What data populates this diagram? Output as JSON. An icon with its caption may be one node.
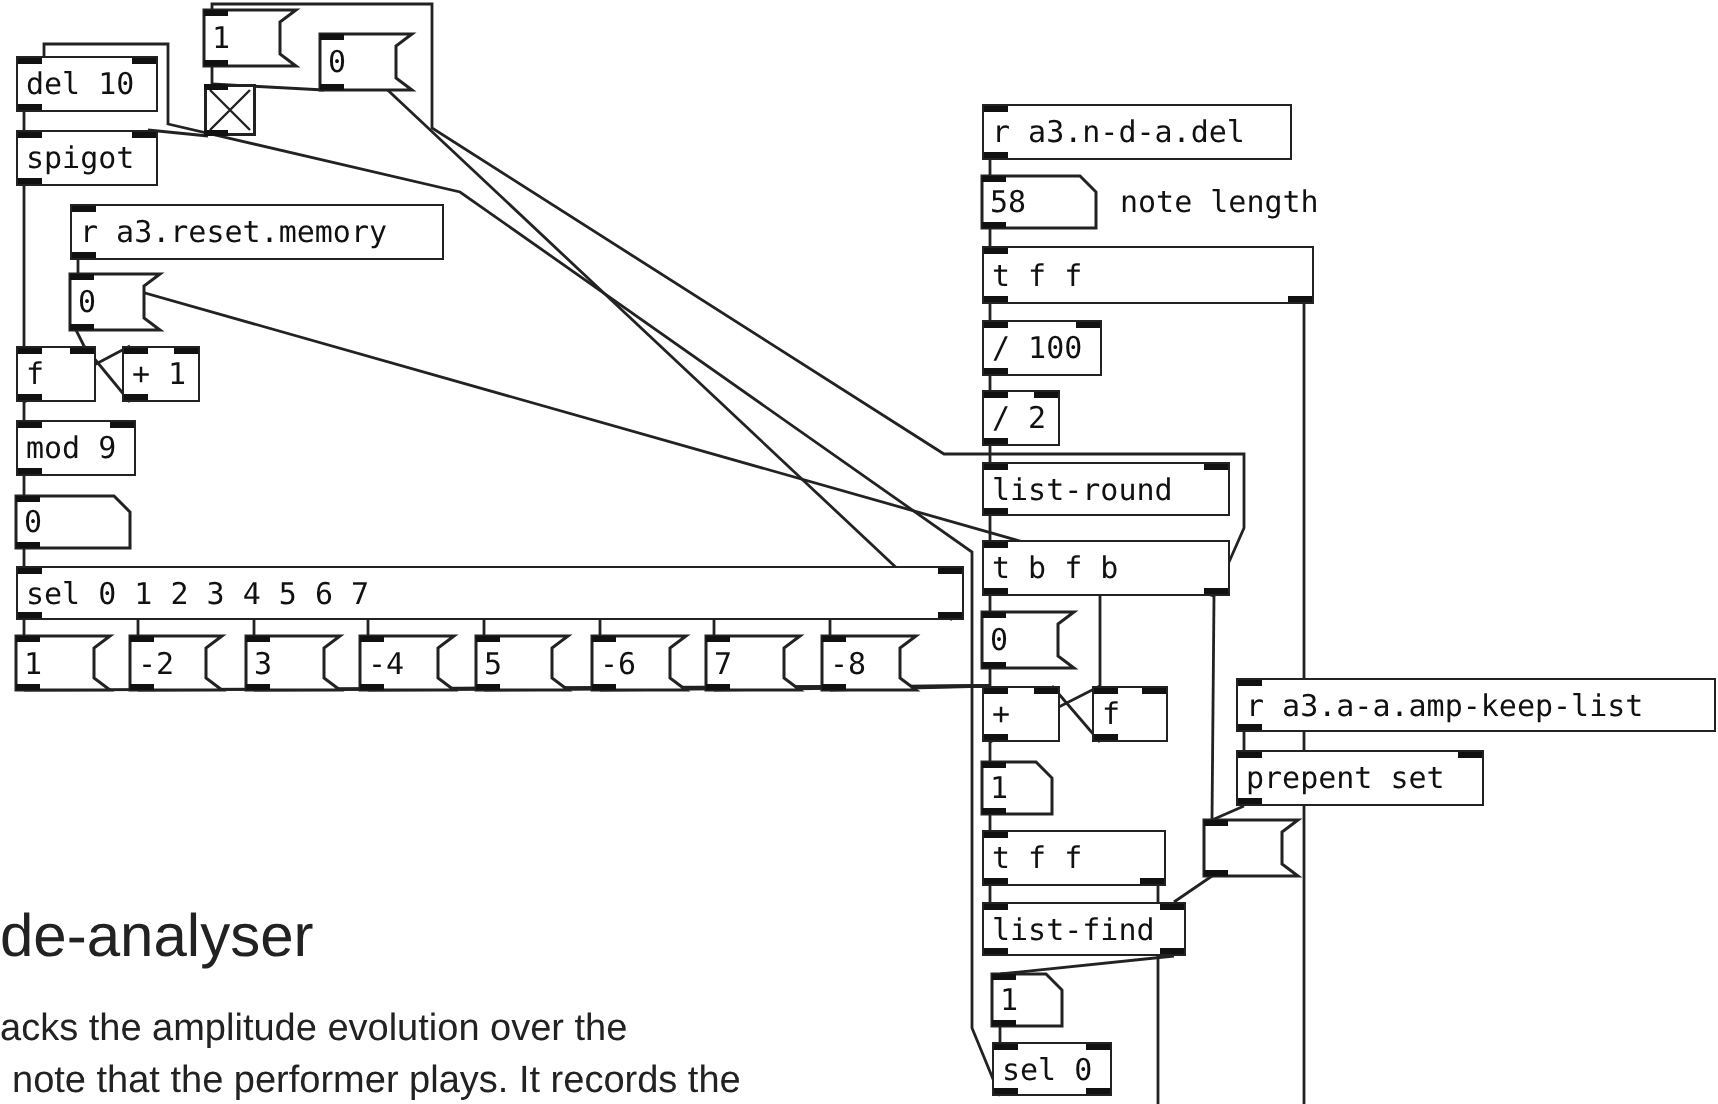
{
  "diagram": {
    "title": "de-analyser",
    "nodes": [
      {
        "text": [
          "del 10"
        ]
      },
      {
        "text": [
          "1"
        ]
      },
      {
        "text": [],
        "shape": "box"
      },
      {
        "text": [
          "0"
        ]
      },
      {
        "text": [
          "spigot"
        ]
      },
      {
        "text": [
          "r a3.reset.memory"
        ]
      },
      {
        "text": [
          "0"
        ]
      },
      {
        "text": [
          "f"
        ]
      },
      {
        "text": [
          "+ 1"
        ]
      },
      {
        "text": [
          "mod 9"
        ]
      },
      {
        "text": [
          "0"
        ]
      },
      {
        "text": [
          "sel 0 1 2 3 4 5 6 7"
        ]
      },
      {
        "text": [
          "1"
        ]
      },
      {
        "text": [
          "-2"
        ]
      },
      {
        "text": [
          "3"
        ]
      },
      {
        "text": [
          "-4"
        ]
      },
      {
        "text": [
          "5"
        ]
      },
      {
        "text": [
          "-6"
        ]
      },
      {
        "text": [
          "7"
        ]
      },
      {
        "text": [
          "-8"
        ]
      },
      {
        "text": [
          "r a3.n-d-a.del"
        ]
      },
      {
        "text": [
          "58"
        ],
        "beside": [
          "note length"
        ]
      },
      {
        "text": [
          "t f f"
        ]
      },
      {
        "text": [
          "/ 100"
        ]
      },
      {
        "text": [
          "/ 2"
        ]
      },
      {
        "text": [
          "list-round"
        ]
      },
      {
        "text": [
          "t b f b"
        ]
      },
      {
        "text": [
          "0"
        ]
      },
      {
        "text": [
          "+"
        ]
      },
      {
        "text": [
          "f"
        ]
      },
      {
        "text": [
          "1"
        ]
      },
      {
        "text": [
          "t f f"
        ]
      },
      {
        "text": [
          "list-find"
        ]
      },
      {
        "text": [
          "r a3.a-a.amp-keep-list"
        ]
      },
      {
        "text": [
          "prepent set"
        ]
      },
      {
        "text": [],
        "shape": "box"
      },
      {
        "text": [
          "1"
        ]
      },
      {
        "text": [
          "sel 0"
        ]
      }
    ],
    "edges": [
      {
        "from": 0,
        "to": 4,
        "arrow": "none"
      },
      {
        "from": 1,
        "to": 2,
        "arrow": "none"
      },
      {
        "from": 3,
        "to": 2,
        "arrow": "none"
      },
      {
        "from": 2,
        "to": 4,
        "arrow": "none"
      },
      {
        "from": 4,
        "to": 7,
        "arrow": "none"
      },
      {
        "from": 5,
        "to": 6,
        "arrow": "none"
      },
      {
        "from": 6,
        "to": 7,
        "arrow": "none"
      },
      {
        "from": 7,
        "to": 8,
        "arrow": "none"
      },
      {
        "from": 8,
        "to": 7,
        "arrow": "none"
      },
      {
        "from": 7,
        "to": 9,
        "arrow": "none"
      },
      {
        "from": 9,
        "to": 10,
        "arrow": "none"
      },
      {
        "from": 10,
        "to": 11,
        "arrow": "none"
      },
      {
        "from": 11,
        "to": 12,
        "arrow": "none"
      },
      {
        "from": 11,
        "to": 13,
        "arrow": "none"
      },
      {
        "from": 11,
        "to": 14,
        "arrow": "none"
      },
      {
        "from": 11,
        "to": 15,
        "arrow": "none"
      },
      {
        "from": 11,
        "to": 16,
        "arrow": "none"
      },
      {
        "from": 11,
        "to": 17,
        "arrow": "none"
      },
      {
        "from": 11,
        "to": 18,
        "arrow": "none"
      },
      {
        "from": 11,
        "to": 19,
        "arrow": "none"
      },
      {
        "from": 11,
        "to": 3,
        "arrow": "none"
      },
      {
        "from": 12,
        "to": 28,
        "arrow": "none"
      },
      {
        "from": 13,
        "to": 28,
        "arrow": "none"
      },
      {
        "from": 14,
        "to": 28,
        "arrow": "none"
      },
      {
        "from": 15,
        "to": 28,
        "arrow": "none"
      },
      {
        "from": 16,
        "to": 28,
        "arrow": "none"
      },
      {
        "from": 17,
        "to": 28,
        "arrow": "none"
      },
      {
        "from": 18,
        "to": 28,
        "arrow": "none"
      },
      {
        "from": 19,
        "to": 28,
        "arrow": "none"
      },
      {
        "from": 20,
        "to": 21,
        "arrow": "none"
      },
      {
        "from": 21,
        "to": 22,
        "arrow": "none"
      },
      {
        "from": 22,
        "to": 23,
        "arrow": "none"
      },
      {
        "from": 23,
        "to": 24,
        "arrow": "none"
      },
      {
        "from": 24,
        "to": 25,
        "arrow": "none"
      },
      {
        "from": 25,
        "to": 26,
        "arrow": "none"
      },
      {
        "from": 26,
        "to": 27,
        "arrow": "none"
      },
      {
        "from": 26,
        "to": 29,
        "arrow": "none"
      },
      {
        "from": 26,
        "to": 35,
        "arrow": "none"
      },
      {
        "from": 26,
        "to": 1,
        "arrow": "none"
      },
      {
        "from": 26,
        "to": 6,
        "arrow": "none"
      },
      {
        "from": 27,
        "to": 28,
        "arrow": "none"
      },
      {
        "from": 28,
        "to": 29,
        "arrow": "none"
      },
      {
        "from": 29,
        "to": 28,
        "arrow": "none"
      },
      {
        "from": 28,
        "to": 30,
        "arrow": "none"
      },
      {
        "from": 30,
        "to": 31,
        "arrow": "none"
      },
      {
        "from": 31,
        "to": 32,
        "arrow": "none"
      },
      {
        "from": 33,
        "to": 34,
        "arrow": "none"
      },
      {
        "from": 34,
        "to": 35,
        "arrow": "none"
      },
      {
        "from": 35,
        "to": 32,
        "arrow": "none"
      },
      {
        "from": 32,
        "to": 36,
        "arrow": "none"
      },
      {
        "from": 36,
        "to": 37,
        "arrow": "none"
      },
      {
        "from": 37,
        "to": 0,
        "arrow": "none"
      },
      {
        "from": 22,
        "to": null,
        "arrow": "none"
      },
      {
        "from": 31,
        "to": null,
        "arrow": "none"
      }
    ],
    "labels": [
      "acks the amplitude evolution over the",
      "note that the performer plays. It records the"
    ]
  }
}
